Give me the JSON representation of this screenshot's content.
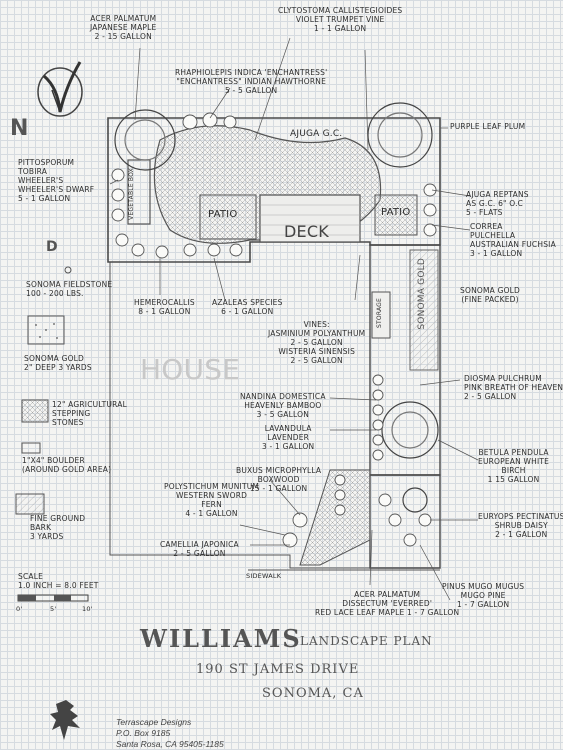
{
  "plant_labels": {
    "acer_palmatum": [
      "Acer Palmatum",
      "Japanese Maple",
      "2 - 15 Gallon"
    ],
    "clytostoma": [
      "Clytostoma Callistegioides",
      "Violet Trumpet Vine",
      "1 - 1 Gallon"
    ],
    "rhaphiolepis": [
      "Rhaphiolepis Indica 'Enchantress'",
      "\"Enchantress\" Indian Hawthorne",
      "5 - 5 Gallon"
    ],
    "pittosporum": [
      "Pittosporum",
      "Tobira",
      "Wheeler's",
      "Wheeler's Dwarf",
      "5 - 1 Gallon"
    ],
    "sonoma_fieldstone": [
      "Sonoma Fieldstone",
      "100 - 200 lbs."
    ],
    "sonoma_gold_legend": [
      "Sonoma Gold",
      "2\" deep 3 yards"
    ],
    "stepping_stones": [
      "12\" Agricultural",
      "Stepping",
      "Stones"
    ],
    "boulder": [
      "1\"x4\" Boulder",
      "(Around Gold Area)"
    ],
    "bark": [
      "Fine Ground",
      "Bark",
      "3 yards"
    ],
    "hemerocallis": [
      "Hemerocallis",
      "8 - 1 Gallon"
    ],
    "azaleas": [
      "Azaleas Species",
      "6 - 1 Gallon"
    ],
    "purple_leaf_plum": [
      "Purple Leaf Plum"
    ],
    "ajuga_reptans": [
      "Ajuga Reptans",
      "as G.C. 6\" O.C",
      "5 - Flats"
    ],
    "correa": [
      "Correa",
      "Pulchella",
      "Australian Fuchsia",
      "3 - 1 Gallon"
    ],
    "sonoma_gold_packed": [
      "Sonoma Gold",
      "(Fine Packed)"
    ],
    "vines": [
      "Vines:",
      "Jasminium Polyanthum",
      "2 - 5 Gallon",
      "Wisteria Sinensis",
      "2 - 5 Gallon"
    ],
    "nandina": [
      "Nandina Domestica",
      "Heavenly Bamboo",
      "3 - 5 Gallon"
    ],
    "lavandula": [
      "Lavandula",
      "Lavender",
      "3 - 1 Gallon"
    ],
    "diosma": [
      "Diosma Pulchrum",
      "Pink Breath of Heaven",
      "2 - 5 Gallon"
    ],
    "buxus": [
      "Buxus Microphylla",
      "Boxwood",
      "15 - 1 Gallon"
    ],
    "polystichum": [
      "Polystichum munitum",
      "Western Sword",
      "Fern",
      "4 - 1 Gallon"
    ],
    "betula": [
      "Betula Pendula",
      "European White",
      "Birch",
      "1 15 Gallon"
    ],
    "euryops": [
      "Euryops Pectinatus",
      "Shrub Daisy",
      "2 - 1 Gallon"
    ],
    "camellia": [
      "Camellia Japonica",
      "2 - 5 Gallon"
    ],
    "pinus": [
      "Pinus Mugo Mugus",
      "Mugo Pine",
      "1 - 7 Gallon"
    ],
    "acer_dissectum": [
      "Acer Palmatum",
      "Dissectum 'Everred'",
      "Red Lace Leaf Maple 1 - 7 Gallon"
    ]
  },
  "plan_labels": {
    "ajuga_gc": "Ajuga G.C.",
    "vegetable_box": "Vegetable Box",
    "patio_left": "Patio",
    "patio_right": "Patio",
    "deck": "Deck",
    "house": "House",
    "storage": "Storage",
    "sonoma_gold_strip": "Sonoma Gold",
    "sidewalk": "Sidewalk"
  },
  "scale": {
    "label": "Scale",
    "ratio": "1.0 inch = 8.0 feet",
    "ticks": [
      "0'",
      "5'",
      "10'"
    ]
  },
  "title_block": {
    "client": "Williams",
    "plan_type": "Landscape Plan",
    "address": "190 St James Drive",
    "city": "Sonoma, CA"
  },
  "firm": {
    "name": "Terrascape Designs",
    "address_1": "P.O. Box 9185",
    "address_2": "Santa Rosa, CA 95405-1185"
  },
  "logo_letter": "N",
  "fieldstone_letter": "D"
}
